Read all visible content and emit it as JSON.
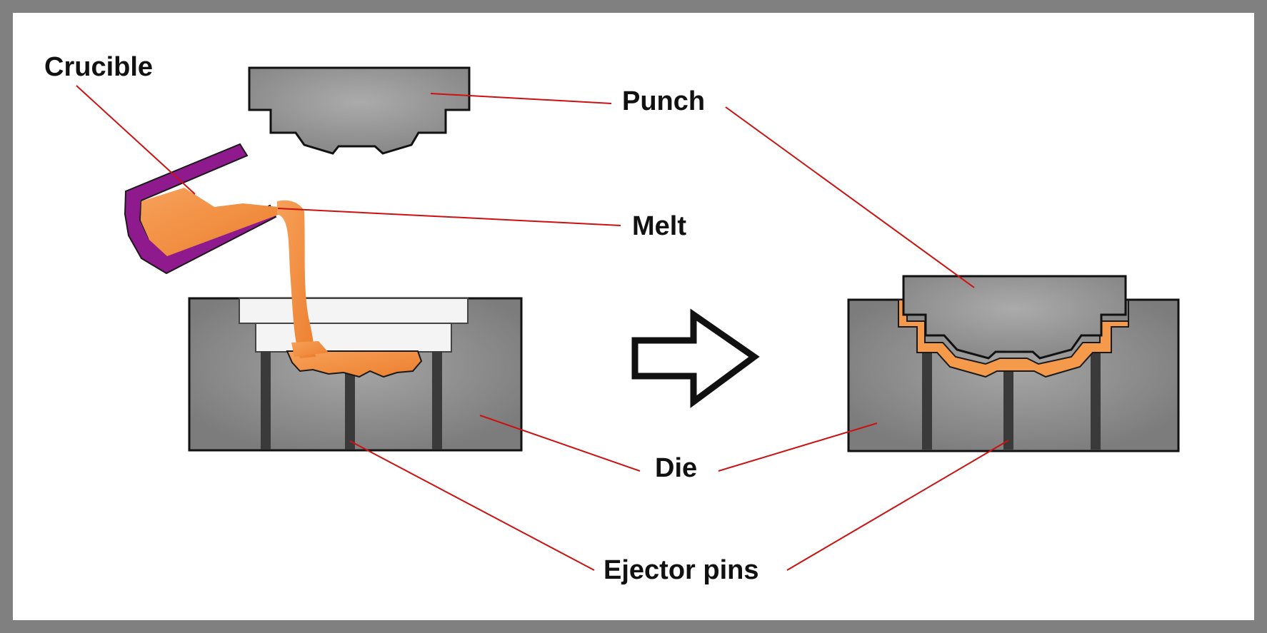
{
  "labels": {
    "crucible": "Crucible",
    "punch": "Punch",
    "melt": "Melt",
    "die": "Die",
    "ejector_pins": "Ejector pins"
  },
  "colors": {
    "border": "#808080",
    "background": "#ffffff",
    "die_gray": "#8a8a8a",
    "punch_gray": "#9a9a9a",
    "melt_orange": "#f0883a",
    "crucible_purple": "#8e1a8e",
    "leader_red": "#cc1111",
    "pin_dark": "#3a3a3a",
    "cavity_white": "#f4f4f4"
  },
  "icons": {
    "arrow": "right-arrow-icon"
  }
}
